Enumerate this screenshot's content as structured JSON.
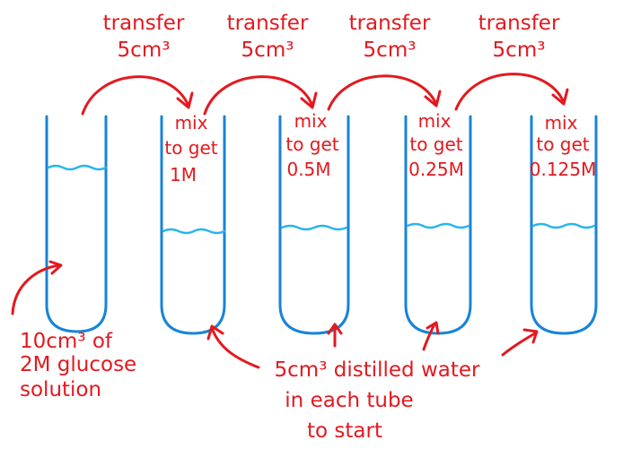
{
  "colors": {
    "annotation": "#e3191f",
    "tube": "#1784d8",
    "liquid": "#2ab4ee",
    "background": "#ffffff"
  },
  "transfers": [
    {
      "line1": "transfer",
      "line2": "5cm³"
    },
    {
      "line1": "transfer",
      "line2": "5cm³"
    },
    {
      "line1": "transfer",
      "line2": "5cm³"
    },
    {
      "line1": "transfer",
      "line2": "5cm³"
    }
  ],
  "tubes": [
    {
      "id": "stock",
      "label_lines": []
    },
    {
      "id": "tube-1",
      "label_lines": [
        "mix",
        "to get",
        "1M"
      ]
    },
    {
      "id": "tube-2",
      "label_lines": [
        "mix",
        "to get",
        "0.5M"
      ]
    },
    {
      "id": "tube-3",
      "label_lines": [
        "mix",
        "to get",
        "0.25M"
      ]
    },
    {
      "id": "tube-4",
      "label_lines": [
        "mix",
        "to get",
        "0.125M"
      ]
    }
  ],
  "stock_label": {
    "line1": "10cm³ of",
    "line2": "2M glucose",
    "line3": "solution"
  },
  "water_label": {
    "line1": "5cm³ distilled water",
    "line2": "in each tube",
    "line3": "to start"
  }
}
